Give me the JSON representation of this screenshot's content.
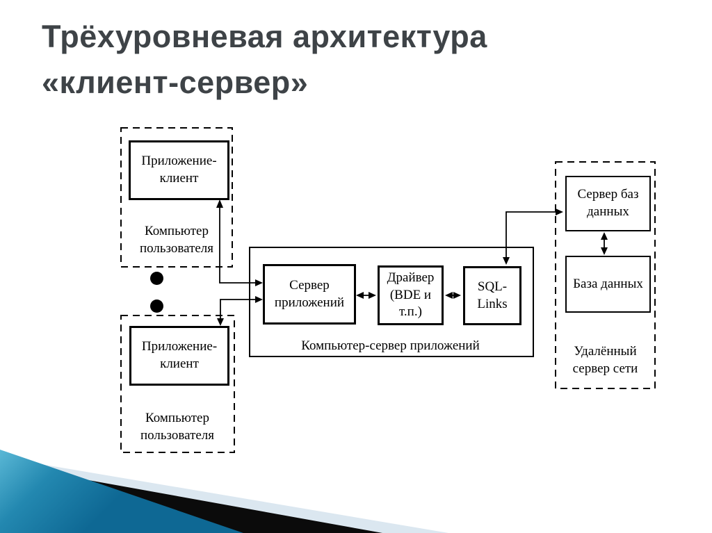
{
  "title": {
    "line1": "Трёхуровневая архитектура",
    "line2": "«клиент-сервер»"
  },
  "diagram": {
    "client_top": {
      "app": "Приложение-\nклиент",
      "computer": "Компьютер\nпользователя"
    },
    "client_bottom": {
      "app": "Приложение-\nклиент",
      "computer": "Компьютер\nпользователя"
    },
    "app_server_computer": {
      "label": "Компьютер-сервер приложений",
      "app_server": "Сервер\nприложений",
      "driver": "Драйвер\n(BDE и\nт.п.)",
      "sql_links": "SQL-\nLinks"
    },
    "remote_server": {
      "label": "Удалённый\nсервер сети",
      "db_server": "Сервер баз\nданных",
      "database": "База данных"
    }
  },
  "colors": {
    "title_text": "#3e4347",
    "line_black": "#000000",
    "teal_top": "#5ab8d6",
    "teal_mid": "#2388b0",
    "teal_bottom": "#0e6894",
    "band_black": "#0b0b0b",
    "pale_band": "#dbe7f0"
  }
}
